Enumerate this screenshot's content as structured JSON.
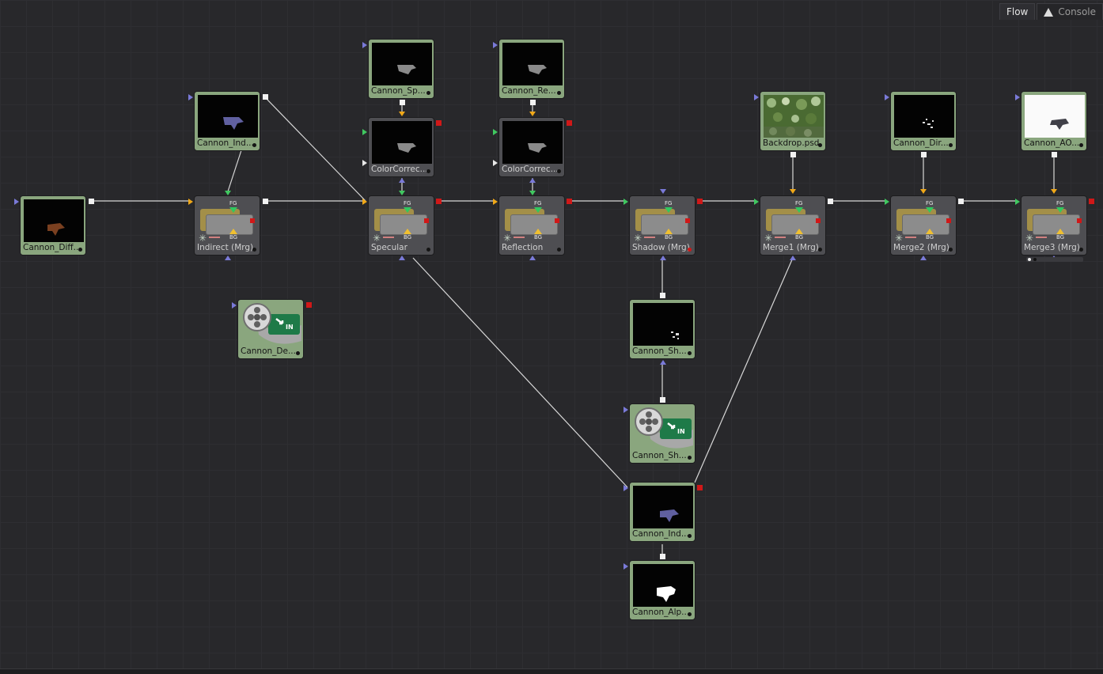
{
  "tabs": [
    {
      "label": "Flow",
      "active": true
    },
    {
      "label": "Console",
      "active": false,
      "icon": "warning-icon"
    }
  ],
  "nodes": [
    {
      "id": "cannon_diff",
      "label": "Cannon_Diff...",
      "type": "loader",
      "thumb": "diffuse"
    },
    {
      "id": "cannon_ind_top",
      "label": "Cannon_Ind...",
      "type": "loader",
      "thumb": "indirect"
    },
    {
      "id": "indirect_mrg",
      "label": "Indirect  (Mrg)",
      "type": "merge"
    },
    {
      "id": "cannon_sp",
      "label": "Cannon_Sp...",
      "type": "loader",
      "thumb": "gray"
    },
    {
      "id": "colorcorrec_1",
      "label": "ColorCorrec...",
      "type": "merge",
      "thumb": "gray"
    },
    {
      "id": "specular",
      "label": "Specular",
      "type": "merge"
    },
    {
      "id": "cannon_re",
      "label": "Cannon_Re...",
      "type": "loader",
      "thumb": "gray"
    },
    {
      "id": "colorcorrec_2",
      "label": "ColorCorrec...",
      "type": "merge",
      "thumb": "gray"
    },
    {
      "id": "reflection",
      "label": "Reflection",
      "type": "merge"
    },
    {
      "id": "shadow_mrg",
      "label": "Shadow  (Mrg)",
      "type": "merge"
    },
    {
      "id": "backdrop",
      "label": "Backdrop.psd",
      "type": "loader",
      "thumb": "trees"
    },
    {
      "id": "merge1",
      "label": "Merge1  (Mrg)",
      "type": "merge"
    },
    {
      "id": "cannon_dir",
      "label": "Cannon_Dir...",
      "type": "loader",
      "thumb": "speckle"
    },
    {
      "id": "merge2",
      "label": "Merge2  (Mrg)",
      "type": "merge"
    },
    {
      "id": "cannon_ao",
      "label": "Cannon_AO...",
      "type": "loader",
      "thumb": "white"
    },
    {
      "id": "merge3",
      "label": "Merge3  (Mrg)",
      "type": "merge"
    },
    {
      "id": "cannon_de",
      "label": "Cannon_De...",
      "type": "loader",
      "thumb": "reel"
    },
    {
      "id": "cannon_sh_1",
      "label": "Cannon_Sh...",
      "type": "loader",
      "thumb": "speckle"
    },
    {
      "id": "cannon_sh_2",
      "label": "Cannon_Sh...",
      "type": "loader",
      "thumb": "reel"
    },
    {
      "id": "cannon_ind_bottom",
      "label": "Cannon_Ind...",
      "type": "loader",
      "thumb": "indirect"
    },
    {
      "id": "cannon_alp",
      "label": "Cannon_Alp...",
      "type": "loader",
      "thumb": "alpha"
    }
  ],
  "merge_text": {
    "fg": "FG",
    "bg": "BG"
  },
  "reel_text": "IN",
  "colors": {
    "background": "#28282b",
    "loader_tile": "#8aa67e",
    "merge_tile": "#4e4e52",
    "wire": "#d8d8d8",
    "port_red": "#d01818",
    "port_orange": "#f0a818",
    "port_green": "#40c860",
    "port_blue": "#7a7ad8"
  }
}
